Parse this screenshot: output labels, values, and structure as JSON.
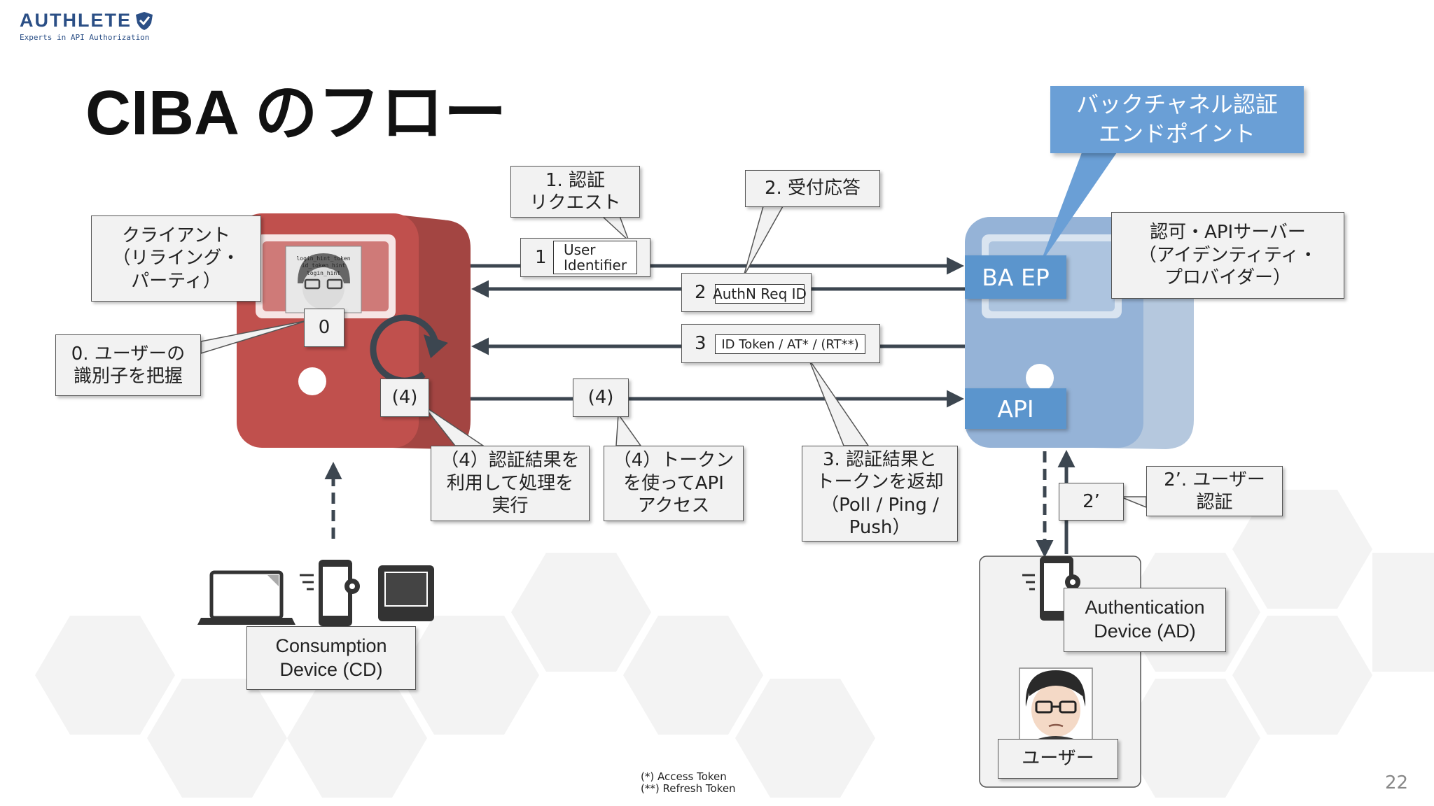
{
  "brand": {
    "name": "AUTHLETE",
    "tagline": "Experts in API Authorization"
  },
  "title": "CIBA のフロー",
  "callout": "バックチャネル認証\nエンドポイント",
  "client_label": "クライアント\n（リライング・\nパーティ）",
  "server_label": "認可・APIサーバー\n（アイデンティティ・\nプロバイダー）",
  "server_tags": {
    "baep": "BA EP",
    "api": "API"
  },
  "screen_text": "login_hint_token\nid_token_hint\nlogin_hint",
  "steps": {
    "s0_mark": "0",
    "s0_label": "0. ユーザーの\n識別子を把握",
    "s1_label": "1. 認証\nリクエスト",
    "s1_num": "1",
    "s1_box": "User\nIdentifier",
    "s2_label": "2. 受付応答",
    "s2_num": "2",
    "s2_box": "AuthN Req ID",
    "s3_num": "3",
    "s3_box": "ID Token / AT* / (RT**)",
    "s3_label": "3. 認証結果と\nトークンを返却\n（Poll / Ping /\nPush）",
    "s4a_mark": "(4)",
    "s4a_label": "（4）認証結果を\n利用して処理を\n実行",
    "s4b_mark": "(4)",
    "s4b_label": "（4）トークン\nを使ってAPI\nアクセス",
    "s2p_mark": "2’",
    "s2p_label": "2’. ユーザー\n認証"
  },
  "cd_label": "Consumption\nDevice  (CD)",
  "ad_label": "Authentication\nDevice  (AD)",
  "user_label": "ユーザー",
  "footnote": "(*) Access Token\n(**) Refresh Token",
  "page_number": "22",
  "colors": {
    "client": "#c0504d",
    "server": "#95b3d7",
    "accent": "#5b95cd",
    "arrow": "#3c4650"
  }
}
